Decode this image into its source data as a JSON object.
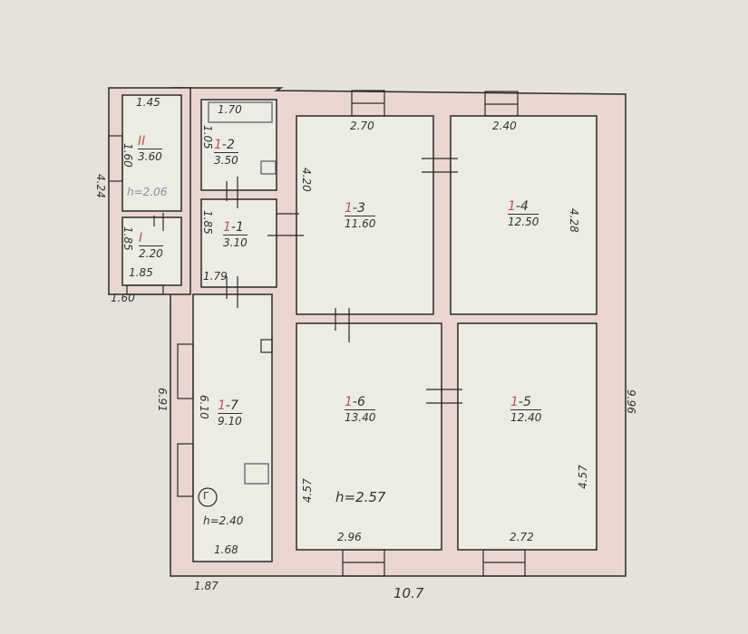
{
  "rooms": {
    "r_I": {
      "label": "I",
      "area": "2.20"
    },
    "r_II": {
      "label": "II",
      "area": "3.60"
    },
    "r_1_1": {
      "prefix": "1",
      "label": "-1",
      "area": "3.10"
    },
    "r_1_2": {
      "prefix": "1",
      "label": "-2",
      "area": "3.50"
    },
    "r_1_3": {
      "prefix": "1",
      "label": "-3",
      "area": "11.60"
    },
    "r_1_4": {
      "prefix": "1",
      "label": "-4",
      "area": "12.50"
    },
    "r_1_5": {
      "prefix": "1",
      "label": "-5",
      "area": "12.40"
    },
    "r_1_6": {
      "prefix": "1",
      "label": "-6",
      "area": "13.40"
    },
    "r_1_7": {
      "prefix": "1",
      "label": "-7",
      "area": "9.10"
    }
  },
  "heights": {
    "annex": "h=2.06",
    "main": "h=2.57",
    "kitchen": "h=2.40"
  },
  "boiler_symbol": "Г",
  "dims": {
    "d145": "1.45",
    "d160v": "1.60",
    "d185v": "1.85",
    "d185b": "1.85",
    "d160b": "1.60",
    "d424": "4.24",
    "d170": "1.70",
    "d105": "1.05",
    "d185c": "1.85",
    "d179": "1.79",
    "d420": "4.20",
    "d270": "2.70",
    "d240": "2.40",
    "d428": "4.28",
    "d996": "9.96",
    "d457a": "4.57",
    "d457b": "4.57",
    "d296": "2.96",
    "d272": "2.72",
    "d107": "10.7",
    "d187": "1.87",
    "d168": "1.68",
    "d610": "6.10",
    "d691": "6.91"
  }
}
